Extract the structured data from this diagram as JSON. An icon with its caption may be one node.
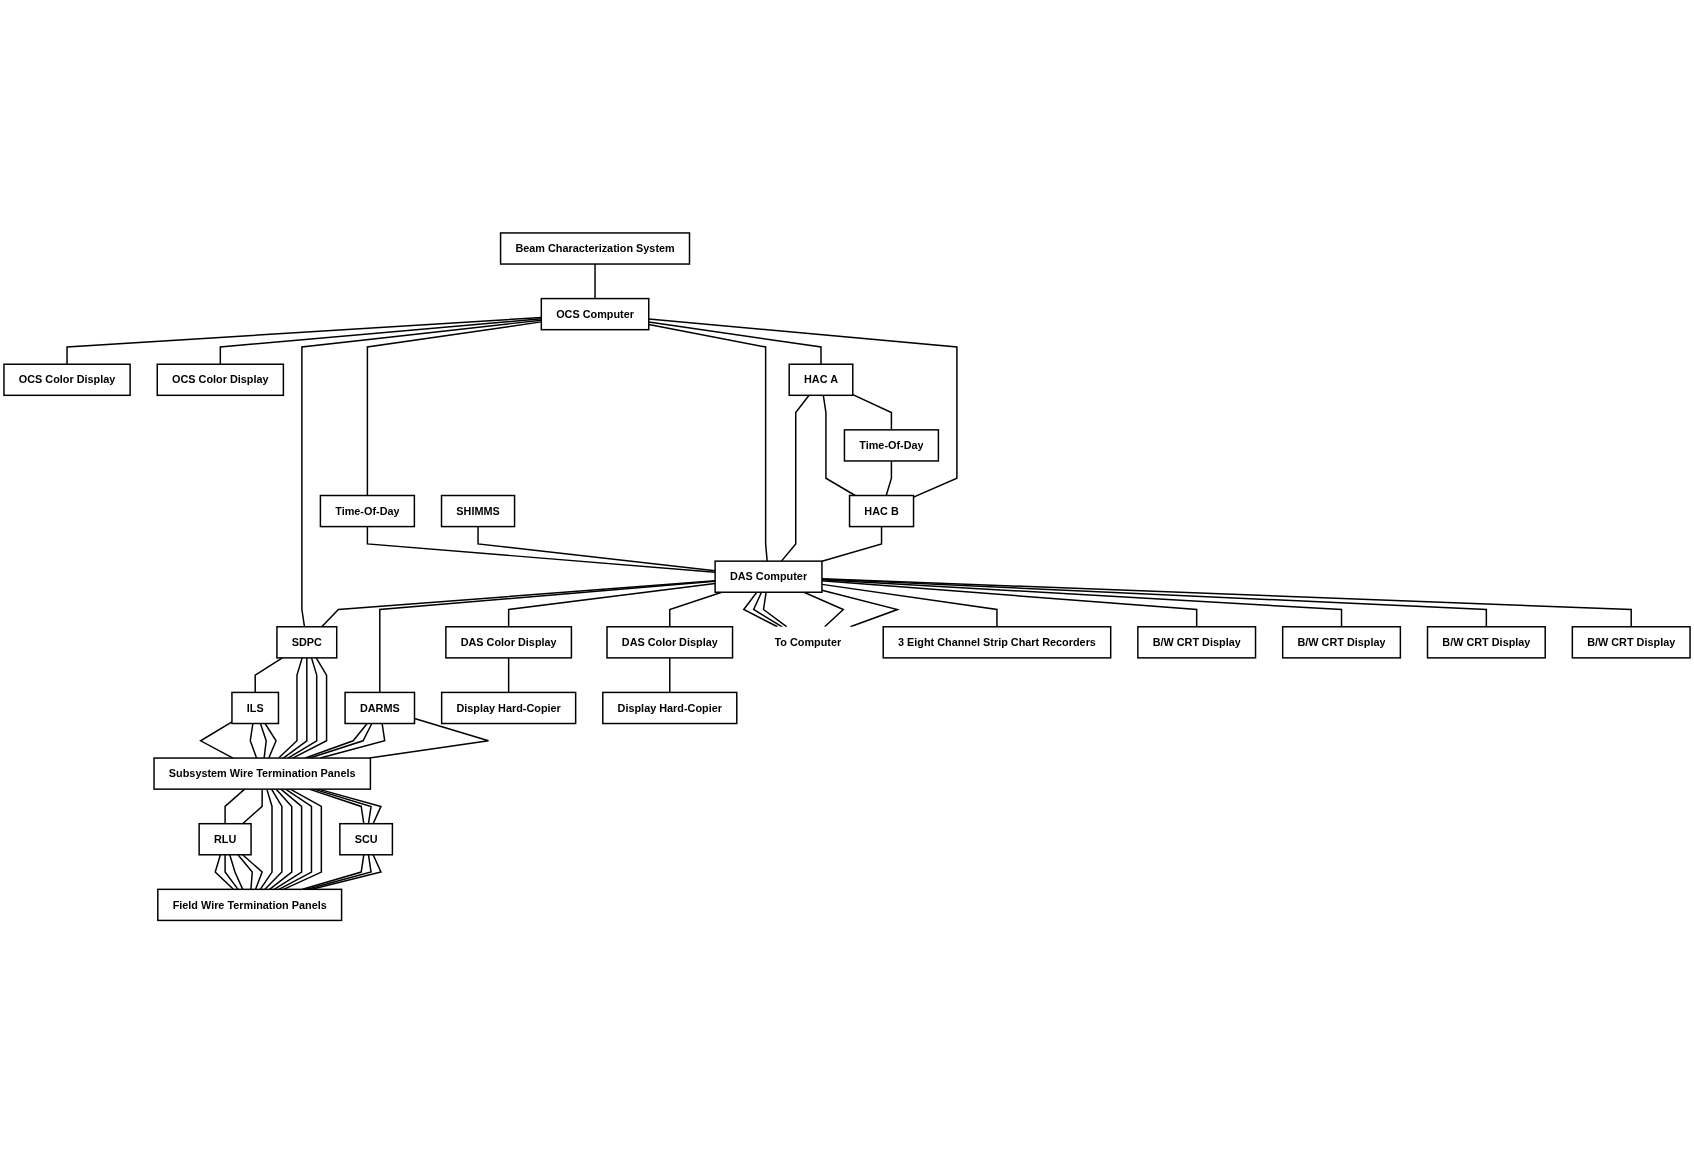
{
  "diagram": {
    "nodes": [
      {
        "text": [
          "Beam Characterization System"
        ]
      },
      {
        "text": [
          "Time-Of-Day"
        ]
      },
      {
        "text": [
          "OCS Computer"
        ]
      },
      {
        "text": [
          "HAC A"
        ]
      },
      {
        "text": [
          "DAS Computer"
        ]
      },
      {
        "text": [
          "SHIMMS"
        ]
      },
      {
        "text": [
          "To Computer"
        ]
      },
      {
        "text": [
          "Time-Of-Day"
        ]
      },
      {
        "text": [
          "HAC B"
        ]
      },
      {
        "text": [
          "OCS Color Display"
        ]
      },
      {
        "text": [
          "OCS Color Display"
        ]
      },
      {
        "text": [
          "SDPC"
        ]
      },
      {
        "text": [
          "DARMS"
        ]
      },
      {
        "text": [
          "DAS Color Display"
        ]
      },
      {
        "text": [
          "DAS Color Display"
        ]
      },
      {
        "text": [
          "3 Eight Channel Strip Chart Recorders"
        ]
      },
      {
        "text": [
          "ILS"
        ]
      },
      {
        "text": [
          "Display Hard-Copier"
        ]
      },
      {
        "text": [
          "Display Hard-Copier"
        ]
      },
      {
        "text": [
          "Subsystem Wire Termination Panels"
        ]
      },
      {
        "text": [
          "B/W CRT Display"
        ]
      },
      {
        "text": [
          "B/W CRT Display"
        ]
      },
      {
        "text": [
          "RLU"
        ]
      },
      {
        "text": [
          "SCU"
        ]
      },
      {
        "text": [
          "B/W CRT Display"
        ]
      },
      {
        "text": [
          "B/W CRT Display"
        ]
      },
      {
        "text": [
          "Field Wire Termination Panels"
        ]
      }
    ],
    "edges": [
      {
        "from": 0,
        "to": 2,
        "arrow": "none"
      },
      {
        "from": 2,
        "to": 9,
        "arrow": "none"
      },
      {
        "from": 2,
        "to": 10,
        "arrow": "none"
      },
      {
        "from": 2,
        "to": 11,
        "arrow": "none"
      },
      {
        "from": 11,
        "to": 16,
        "arrow": "none"
      },
      {
        "from": 11,
        "to": 19,
        "arrow": "none"
      },
      {
        "from": 11,
        "to": 19,
        "arrow": "none"
      },
      {
        "from": 16,
        "to": 19,
        "arrow": "none"
      },
      {
        "from": 16,
        "to": 19,
        "arrow": "none"
      },
      {
        "from": 16,
        "to": 19,
        "arrow": "none"
      },
      {
        "from": 16,
        "to": 19,
        "arrow": "none"
      },
      {
        "from": 11,
        "to": 19,
        "arrow": "none"
      },
      {
        "from": 11,
        "to": 19,
        "arrow": "none"
      },
      {
        "from": 12,
        "to": 19,
        "arrow": "none"
      },
      {
        "from": 12,
        "to": 19,
        "arrow": "none"
      },
      {
        "from": 12,
        "to": 19,
        "arrow": "none"
      },
      {
        "from": 12,
        "to": 19,
        "arrow": "none"
      },
      {
        "from": 19,
        "to": 22,
        "arrow": "none"
      },
      {
        "from": 19,
        "to": 22,
        "arrow": "none"
      },
      {
        "from": 19,
        "to": 26,
        "arrow": "none"
      },
      {
        "from": 19,
        "to": 26,
        "arrow": "none"
      },
      {
        "from": 19,
        "to": 26,
        "arrow": "none"
      },
      {
        "from": 19,
        "to": 26,
        "arrow": "none"
      },
      {
        "from": 19,
        "to": 26,
        "arrow": "none"
      },
      {
        "from": 19,
        "to": 26,
        "arrow": "none"
      },
      {
        "from": 19,
        "to": 23,
        "arrow": "none"
      },
      {
        "from": 19,
        "to": 23,
        "arrow": "none"
      },
      {
        "from": 19,
        "to": 23,
        "arrow": "none"
      },
      {
        "from": 22,
        "to": 26,
        "arrow": "none"
      },
      {
        "from": 22,
        "to": 26,
        "arrow": "none"
      },
      {
        "from": 22,
        "to": 26,
        "arrow": "none"
      },
      {
        "from": 22,
        "to": 26,
        "arrow": "none"
      },
      {
        "from": 22,
        "to": 26,
        "arrow": "none"
      },
      {
        "from": 23,
        "to": 26,
        "arrow": "none"
      },
      {
        "from": 23,
        "to": 26,
        "arrow": "none"
      },
      {
        "from": 23,
        "to": 26,
        "arrow": "none"
      },
      {
        "from": 2,
        "to": 1,
        "arrow": "none"
      },
      {
        "from": 1,
        "to": 4,
        "arrow": "none"
      },
      {
        "from": 2,
        "to": 4,
        "arrow": "none"
      },
      {
        "from": 2,
        "to": 3,
        "arrow": "none"
      },
      {
        "from": 3,
        "to": 4,
        "arrow": "none"
      },
      {
        "from": 3,
        "to": 8,
        "arrow": "none"
      },
      {
        "from": 3,
        "to": 7,
        "arrow": "none"
      },
      {
        "from": 7,
        "to": 8,
        "arrow": "none"
      },
      {
        "from": 2,
        "to": 8,
        "arrow": "none"
      },
      {
        "from": 8,
        "to": 4,
        "arrow": "none"
      },
      {
        "from": 5,
        "to": 4,
        "arrow": "none"
      },
      {
        "from": 4,
        "to": 11,
        "arrow": "none"
      },
      {
        "from": 4,
        "to": 12,
        "arrow": "none"
      },
      {
        "from": 4,
        "to": 13,
        "arrow": "none"
      },
      {
        "from": 4,
        "to": 14,
        "arrow": "none"
      },
      {
        "from": 13,
        "to": 17,
        "arrow": "none"
      },
      {
        "from": 14,
        "to": 18,
        "arrow": "none"
      },
      {
        "from": 4,
        "to": 6,
        "arrow": "none"
      },
      {
        "from": 4,
        "to": 6,
        "arrow": "none"
      },
      {
        "from": 4,
        "to": 6,
        "arrow": "none"
      },
      {
        "from": 4,
        "to": 6,
        "arrow": "none"
      },
      {
        "from": 4,
        "to": 6,
        "arrow": "none"
      },
      {
        "from": 4,
        "to": 15,
        "arrow": "none"
      },
      {
        "from": 4,
        "to": 20,
        "arrow": "none"
      },
      {
        "from": 4,
        "to": 21,
        "arrow": "none"
      },
      {
        "from": 4,
        "to": 24,
        "arrow": "none"
      },
      {
        "from": 4,
        "to": 25,
        "arrow": "none"
      }
    ]
  }
}
